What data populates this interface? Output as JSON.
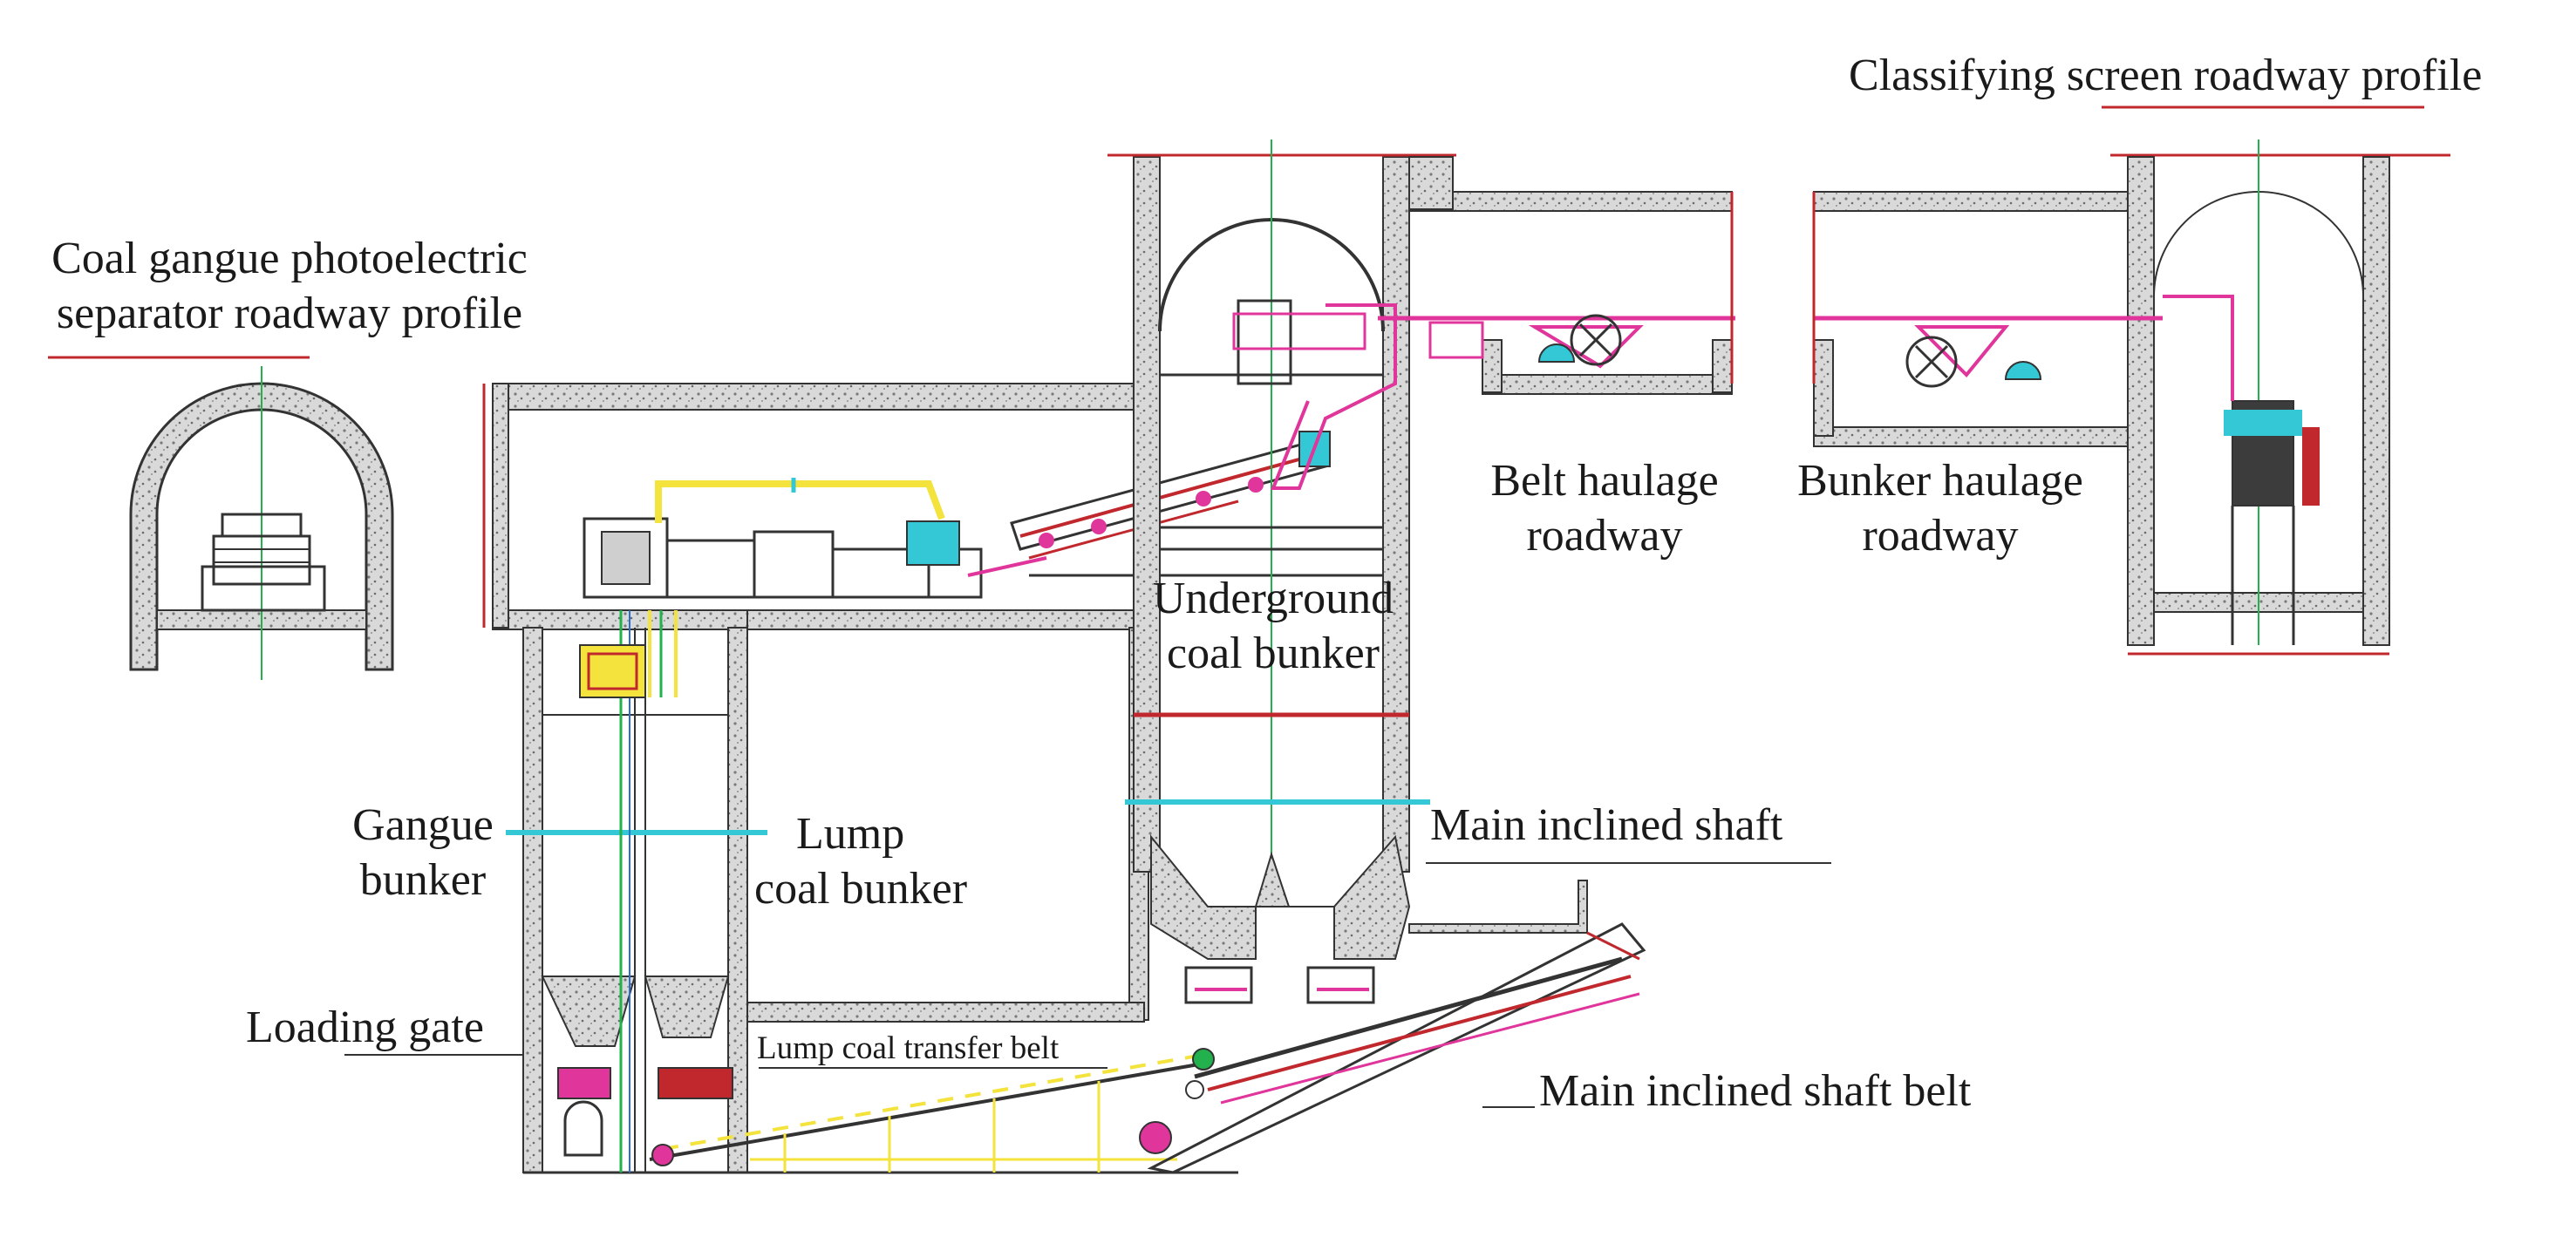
{
  "labels": {
    "classifying_screen": "Classifying screen roadway profile",
    "separator_line1": "Coal gangue photoelectric",
    "separator_line2": "separator roadway profile",
    "belt_haulage_line1": "Belt haulage",
    "belt_haulage_line2": "roadway",
    "bunker_haulage_line1": "Bunker haulage",
    "bunker_haulage_line2": "roadway",
    "underground_line1": "Underground",
    "underground_line2": "coal bunker",
    "main_inclined_shaft": "Main inclined shaft",
    "gangue_line1": "Gangue",
    "gangue_line2": "bunker",
    "lump_line1": "Lump",
    "lump_line2": "coal bunker",
    "loading_gate": "Loading gate",
    "lump_transfer_belt": "Lump coal transfer belt",
    "main_shaft_belt": "Main inclined shaft belt"
  },
  "colors": {
    "concrete": "#8c8c8c",
    "outline": "#333333",
    "magenta": "#e0359b",
    "red": "#c0282d",
    "yellow": "#f3e33c",
    "cyan": "#34c7d6",
    "green": "#22b14c",
    "dark": "#3c3c3c"
  }
}
